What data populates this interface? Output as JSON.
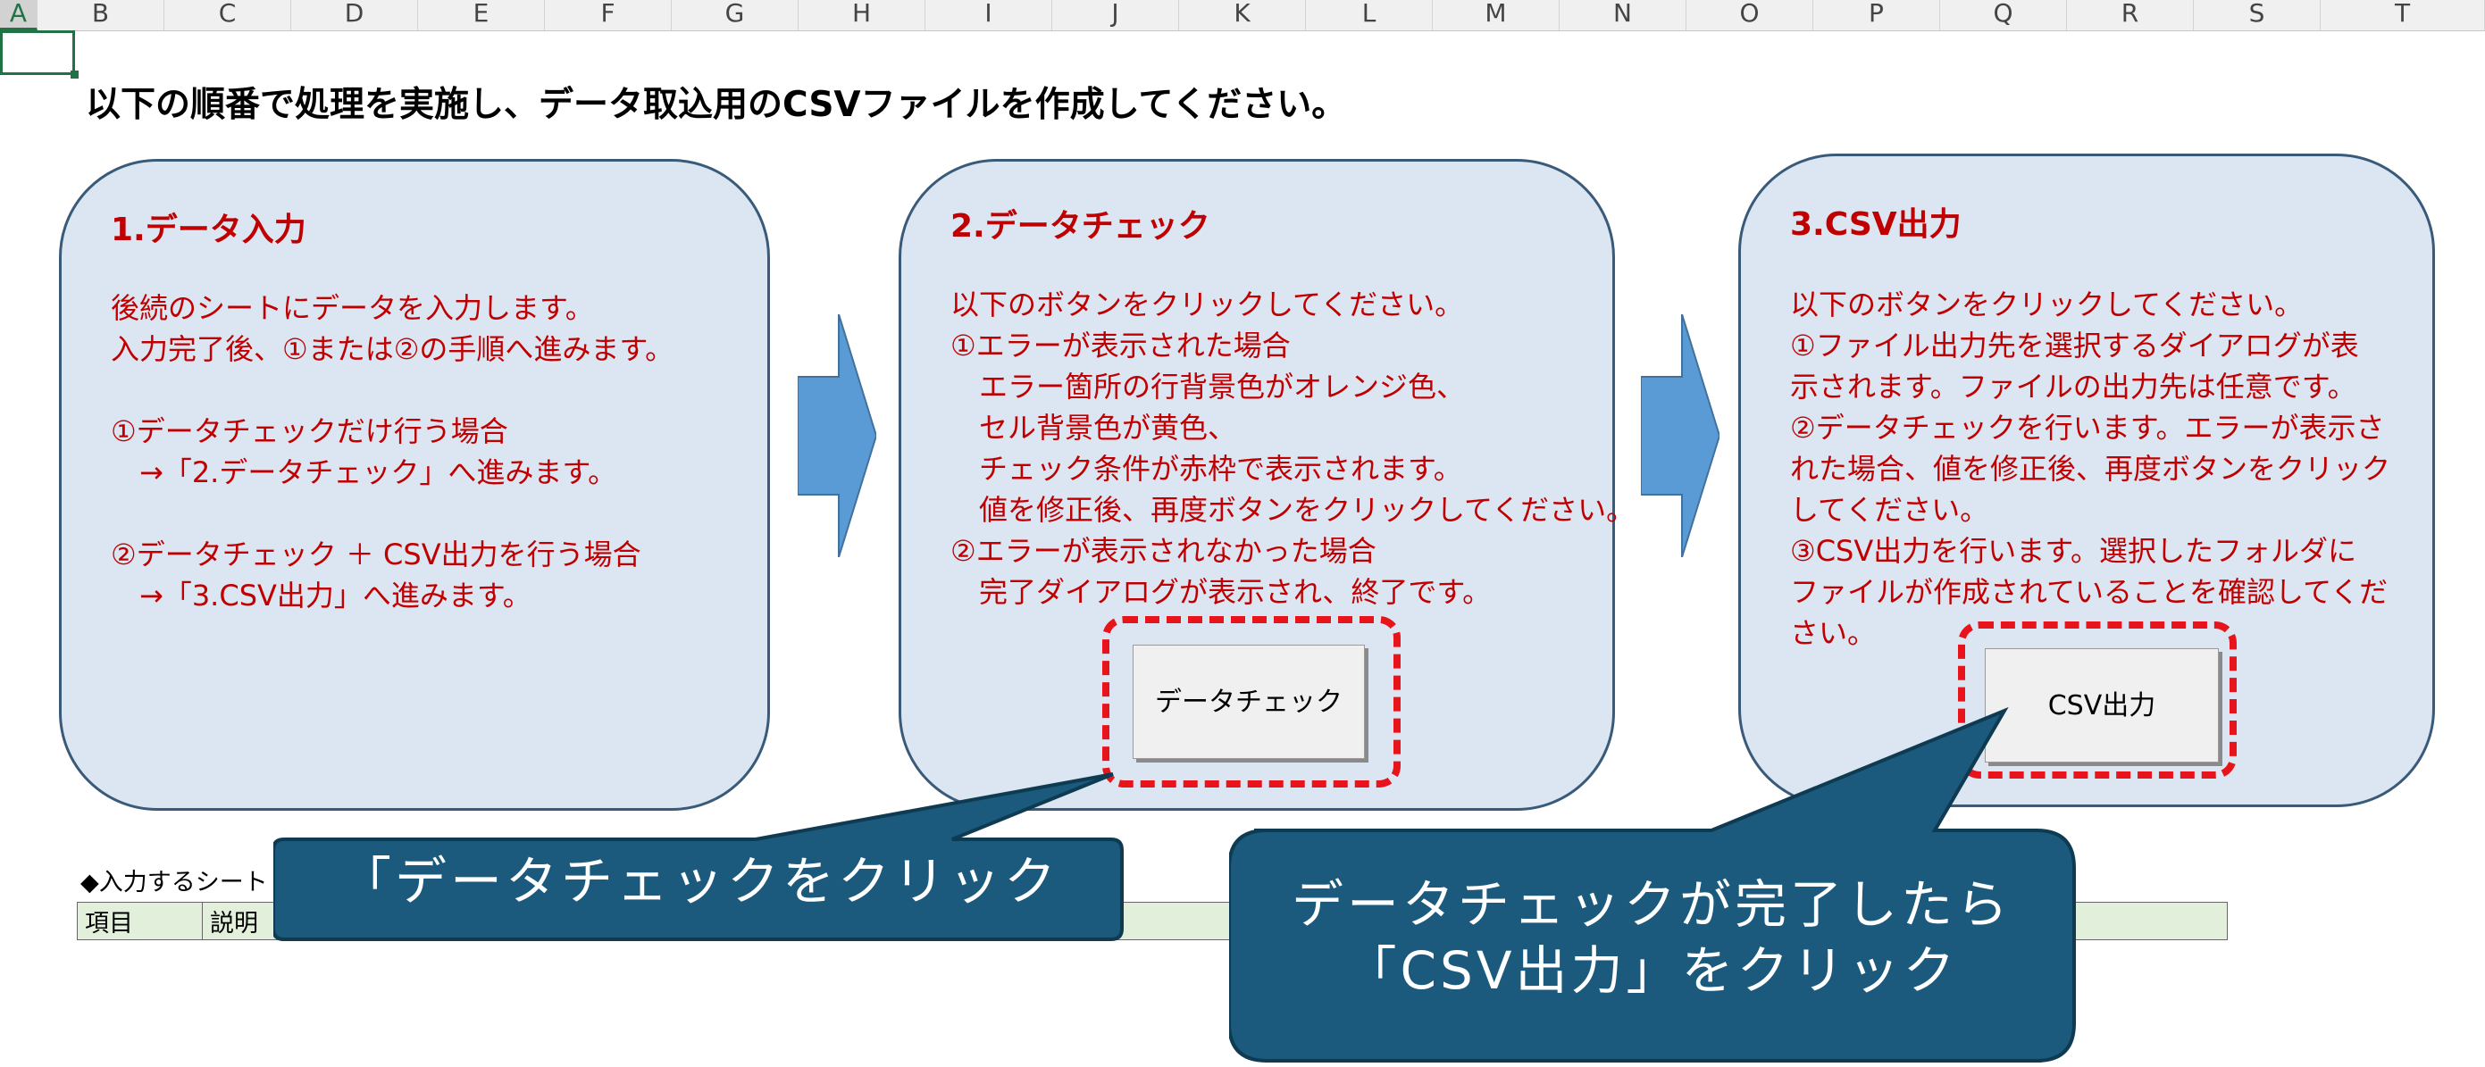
{
  "column_headers": [
    "A",
    "B",
    "C",
    "D",
    "E",
    "F",
    "G",
    "H",
    "I",
    "J",
    "K",
    "L",
    "M",
    "N",
    "O",
    "P",
    "Q",
    "R",
    "S",
    "T"
  ],
  "instruction": "以下の順番で処理を実施し、データ取込用のCSVファイルを作成してください。",
  "steps": [
    {
      "title": "1.データ入力",
      "lines": [
        "後続のシートにデータを入力します。",
        "入力完了後、①または②の手順へ進みます。",
        "",
        "①データチェックだけ行う場合",
        "　→「2.データチェック」へ進みます。",
        "",
        "②データチェック ＋ CSV出力を行う場合",
        "　→「3.CSV出力」へ進みます。"
      ]
    },
    {
      "title": "2.データチェック",
      "lines": [
        "以下のボタンをクリックしてください。",
        "①エラーが表示された場合",
        "　エラー箇所の行背景色がオレンジ色、",
        "　セル背景色が黄色、",
        "　チェック条件が赤枠で表示されます。",
        "　値を修正後、再度ボタンをクリックしてください。",
        "②エラーが表示されなかった場合",
        "　完了ダイアログが表示され、終了です。"
      ],
      "button": "データチェック"
    },
    {
      "title": "3.CSV出力",
      "lines": [
        "以下のボタンをクリックしてください。",
        "①ファイル出力先を選択するダイアログが表",
        "示されます。ファイルの出力先は任意です。",
        "②データチェックを行います。エラーが表示さ",
        "れた場合、値を修正後、再度ボタンをクリック",
        "してください。",
        "③CSV出力を行います。選択したフォルダに",
        "ファイルが作成されていることを確認してくだ",
        "さい。"
      ],
      "button": "CSV出力"
    }
  ],
  "sheet_section_label": "◆入力するシート",
  "table_headers": [
    "項目",
    "説明"
  ],
  "callouts": {
    "left": "「データチェックをクリック",
    "right_line1": "データチェックが完了したら",
    "right_line2": "「CSV出力」をクリック"
  },
  "colors": {
    "panel_fill": "#dce6f2",
    "panel_border": "#3a5a7a",
    "step_text": "#c00000",
    "arrow": "#5b9bd5",
    "dash": "#e8141b",
    "callout_fill": "#1b5a7c",
    "table_header": "#e2efda"
  }
}
